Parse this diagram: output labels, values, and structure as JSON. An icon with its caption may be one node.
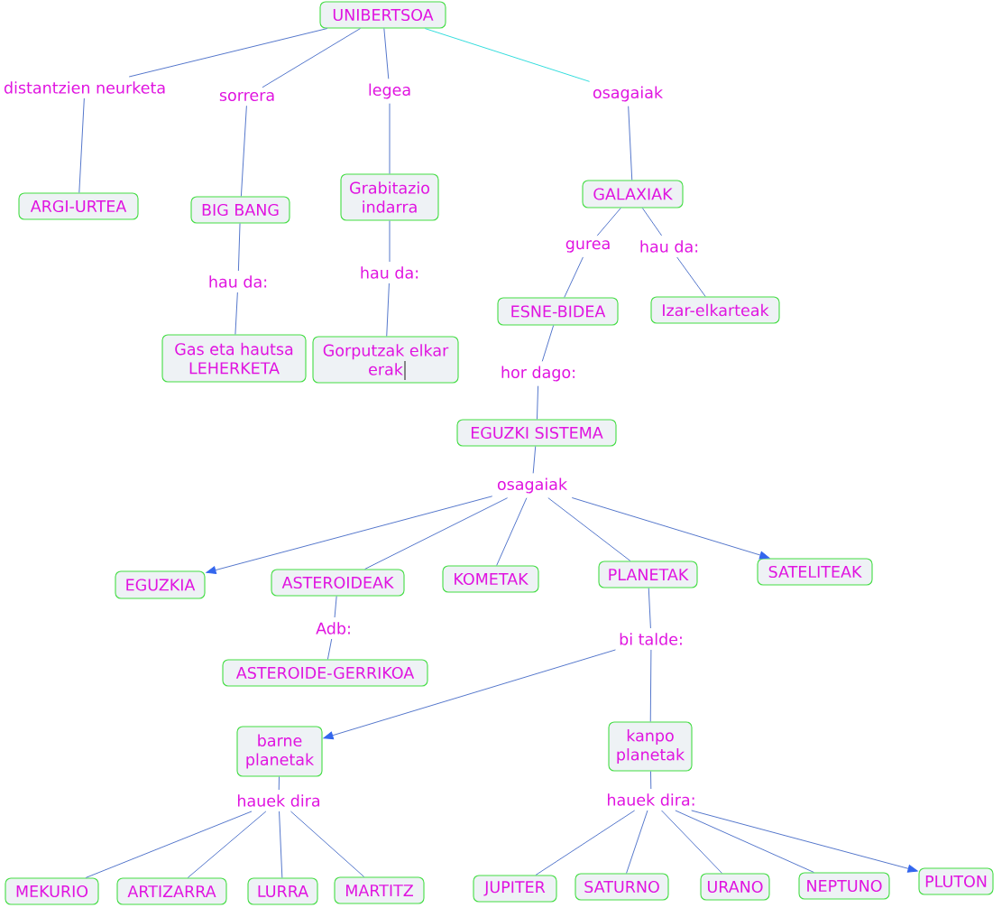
{
  "diagram": {
    "nodes": [
      {
        "text": [
          "UNIBERTSOA"
        ]
      },
      {
        "text": [
          "distantzien neurketa"
        ]
      },
      {
        "text": [
          "sorrera"
        ]
      },
      {
        "text": [
          "legea"
        ]
      },
      {
        "text": [
          "osagaiak"
        ]
      },
      {
        "text": [
          "ARGI-URTEA"
        ]
      },
      {
        "text": [
          "BIG BANG"
        ]
      },
      {
        "text": [
          "Grabitazio indarra"
        ]
      },
      {
        "text": [
          "GALAXIAK"
        ]
      },
      {
        "text": [
          "hau da:"
        ]
      },
      {
        "text": [
          "hau da:"
        ]
      },
      {
        "text": [
          "gurea"
        ]
      },
      {
        "text": [
          "hau da:"
        ]
      },
      {
        "text": [
          "Gas eta hautsa LEHERKETA"
        ]
      },
      {
        "text": [
          "Gorputzak elkar erak"
        ]
      },
      {
        "text": [
          "ESNE-BIDEA"
        ]
      },
      {
        "text": [
          "Izar-elkarteak"
        ]
      },
      {
        "text": [
          "hor dago:"
        ]
      },
      {
        "text": [
          "EGUZKI SISTEMA"
        ]
      },
      {
        "text": [
          "osagaiak"
        ]
      },
      {
        "text": [
          "EGUZKIA"
        ]
      },
      {
        "text": [
          "ASTEROIDEAK"
        ]
      },
      {
        "text": [
          "KOMETAK"
        ]
      },
      {
        "text": [
          "PLANETAK"
        ]
      },
      {
        "text": [
          "SATELITEAK"
        ]
      },
      {
        "text": [
          "Adb:"
        ]
      },
      {
        "text": [
          "ASTEROIDE-GERRIKOA"
        ]
      },
      {
        "text": [
          "bi talde:"
        ]
      },
      {
        "text": [
          "barne planetak"
        ]
      },
      {
        "text": [
          "kanpo planetak"
        ]
      },
      {
        "text": [
          "hauek dira"
        ]
      },
      {
        "text": [
          "hauek dira:"
        ]
      },
      {
        "text": [
          "MEKURIO"
        ]
      },
      {
        "text": [
          "ARTIZARRA"
        ]
      },
      {
        "text": [
          "LURRA"
        ]
      },
      {
        "text": [
          "MARTITZ"
        ]
      },
      {
        "text": [
          "JUPITER"
        ]
      },
      {
        "text": [
          "SATURNO"
        ]
      },
      {
        "text": [
          "URANO"
        ]
      },
      {
        "text": [
          "NEPTUNO"
        ]
      },
      {
        "text": [
          "PLUTON"
        ]
      }
    ],
    "edges": [
      {
        "from": 0,
        "to": 1,
        "arrow": "none"
      },
      {
        "from": 1,
        "to": 5,
        "arrow": "none"
      },
      {
        "from": 0,
        "to": 2,
        "arrow": "none"
      },
      {
        "from": 2,
        "to": 6,
        "arrow": "none"
      },
      {
        "from": 0,
        "to": 3,
        "arrow": "none"
      },
      {
        "from": 3,
        "to": 7,
        "arrow": "none"
      },
      {
        "from": 0,
        "to": 4,
        "arrow": "none",
        "color": "#33dddd"
      },
      {
        "from": 4,
        "to": 8,
        "arrow": "none"
      },
      {
        "from": 6,
        "to": 9,
        "arrow": "none"
      },
      {
        "from": 9,
        "to": 13,
        "arrow": "none"
      },
      {
        "from": 7,
        "to": 10,
        "arrow": "none"
      },
      {
        "from": 10,
        "to": 14,
        "arrow": "none"
      },
      {
        "from": 8,
        "to": 11,
        "arrow": "none"
      },
      {
        "from": 11,
        "to": 15,
        "arrow": "none"
      },
      {
        "from": 8,
        "to": 12,
        "arrow": "none"
      },
      {
        "from": 12,
        "to": 16,
        "arrow": "none"
      },
      {
        "from": 15,
        "to": 17,
        "arrow": "none"
      },
      {
        "from": 17,
        "to": 18,
        "arrow": "none"
      },
      {
        "from": 18,
        "to": 19,
        "arrow": "none"
      },
      {
        "from": 19,
        "to": 20,
        "arrow": "to"
      },
      {
        "from": 19,
        "to": 21,
        "arrow": "none"
      },
      {
        "from": 19,
        "to": 22,
        "arrow": "none"
      },
      {
        "from": 19,
        "to": 23,
        "arrow": "none"
      },
      {
        "from": 19,
        "to": 24,
        "arrow": "to"
      },
      {
        "from": 21,
        "to": 25,
        "arrow": "none"
      },
      {
        "from": 25,
        "to": 26,
        "arrow": "none"
      },
      {
        "from": 23,
        "to": 27,
        "arrow": "none"
      },
      {
        "from": 27,
        "to": 28,
        "arrow": "to"
      },
      {
        "from": 27,
        "to": 29,
        "arrow": "none"
      },
      {
        "from": 28,
        "to": 30,
        "arrow": "none"
      },
      {
        "from": 30,
        "to": 32,
        "arrow": "none"
      },
      {
        "from": 30,
        "to": 33,
        "arrow": "none"
      },
      {
        "from": 30,
        "to": 34,
        "arrow": "none"
      },
      {
        "from": 30,
        "to": 35,
        "arrow": "none"
      },
      {
        "from": 29,
        "to": 31,
        "arrow": "none"
      },
      {
        "from": 31,
        "to": 36,
        "arrow": "none"
      },
      {
        "from": 31,
        "to": 37,
        "arrow": "none"
      },
      {
        "from": 31,
        "to": 38,
        "arrow": "none"
      },
      {
        "from": 31,
        "to": 39,
        "arrow": "none"
      },
      {
        "from": 31,
        "to": 40,
        "arrow": "to"
      }
    ]
  }
}
